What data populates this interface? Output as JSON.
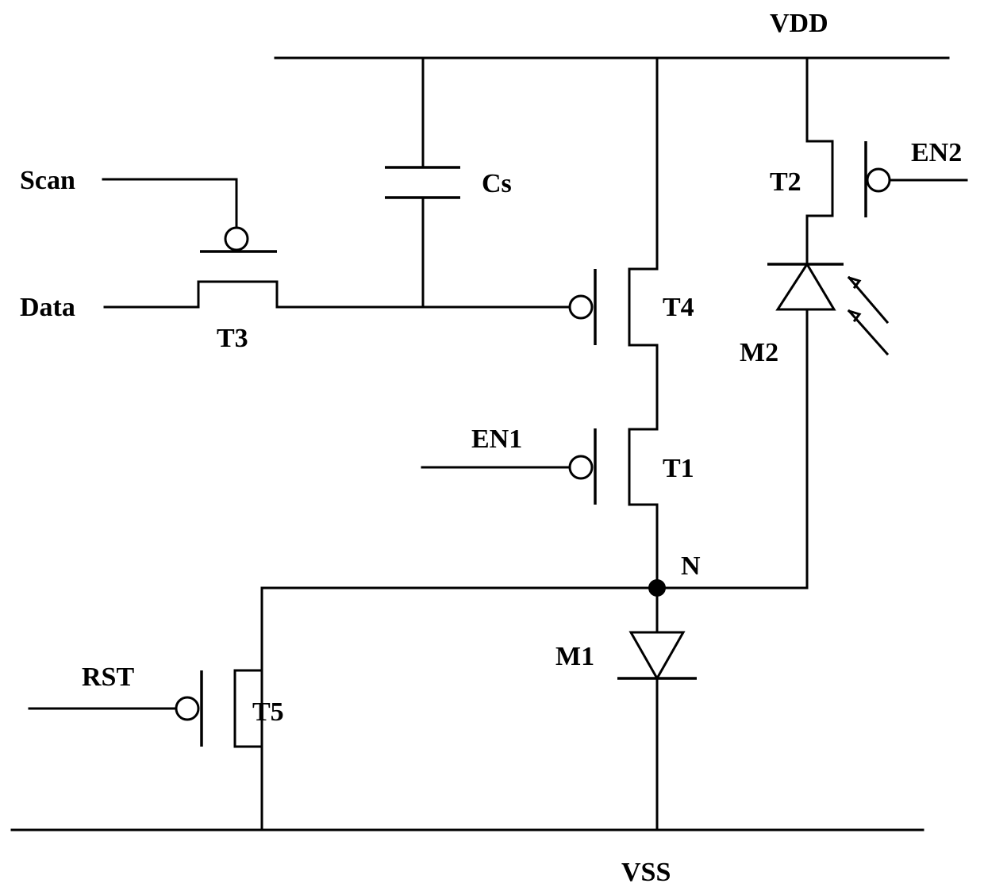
{
  "labels": {
    "vdd": "VDD",
    "vss": "VSS",
    "scan": "Scan",
    "data": "Data",
    "t3": "T3",
    "cs": "Cs",
    "t4": "T4",
    "en1": "EN1",
    "t1": "T1",
    "n": "N",
    "m1": "M1",
    "rst": "RST",
    "t5": "T5",
    "t2": "T2",
    "en2": "EN2",
    "m2": "M2"
  },
  "colors": {
    "line": "#000000",
    "background": "#ffffff"
  }
}
